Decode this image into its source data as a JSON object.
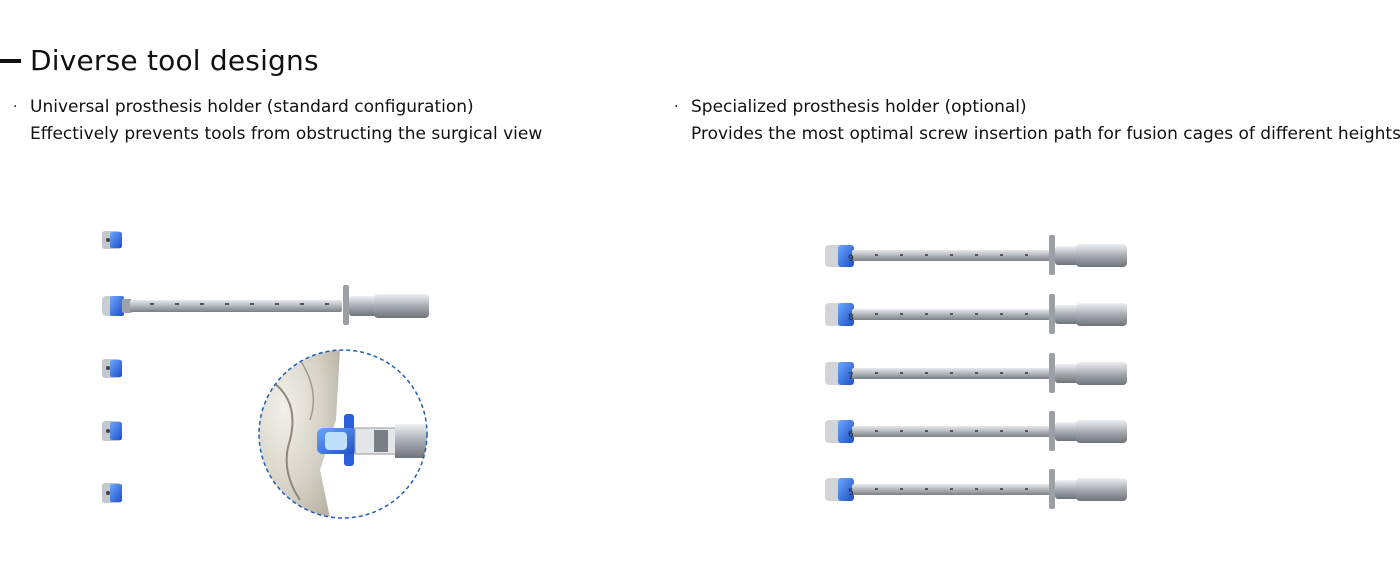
{
  "heading": {
    "title": "Diverse tool designs"
  },
  "left": {
    "line1": "Universal prosthesis holder (standard configuration)",
    "line2": "Effectively prevents tools from obstructing the surgical view"
  },
  "right": {
    "line1": "Specialized prosthesis holder (optional)",
    "line2": "Provides the most optimal screw insertion path for fusion cages of different heights"
  },
  "bullet_symbol": "·",
  "colors": {
    "metal": "#b9bcc0",
    "metal_dark": "#7d8186",
    "blue": "#2f6fe0",
    "dashed": "#1f5fb8",
    "bone": "#d9d6cc"
  },
  "size_labels": [
    "9",
    "8",
    "7",
    "6",
    "5"
  ]
}
